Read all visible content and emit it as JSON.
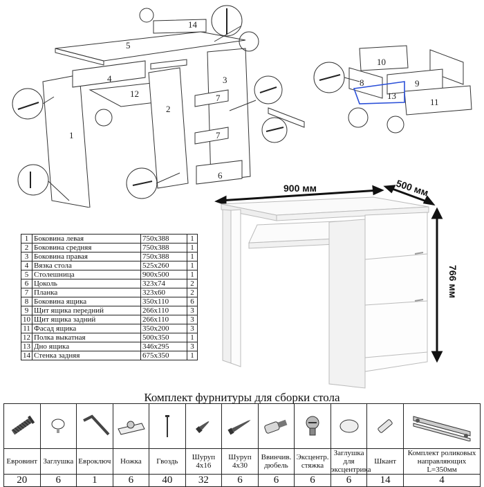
{
  "diagram": {
    "part_labels": [
      "1",
      "2",
      "3",
      "4",
      "5",
      "6",
      "7",
      "7",
      "8",
      "9",
      "10",
      "11",
      "12",
      "13",
      "14"
    ]
  },
  "desk": {
    "width_label": "900 мм",
    "depth_label": "500 мм",
    "height_label": "766 мм"
  },
  "parts": [
    {
      "n": "1",
      "name": "Боковина левая",
      "size": "750x388",
      "qty": "1"
    },
    {
      "n": "2",
      "name": "Боковина средняя",
      "size": "750x388",
      "qty": "1"
    },
    {
      "n": "3",
      "name": "Боковина правая",
      "size": "750x388",
      "qty": "1"
    },
    {
      "n": "4",
      "name": "Вязка стола",
      "size": "525x260",
      "qty": "1"
    },
    {
      "n": "5",
      "name": "Столешница",
      "size": "900x500",
      "qty": "1"
    },
    {
      "n": "6",
      "name": "Цоколь",
      "size": "323x74",
      "qty": "2"
    },
    {
      "n": "7",
      "name": "Планка",
      "size": "323x60",
      "qty": "2"
    },
    {
      "n": "8",
      "name": "Боковина ящика",
      "size": "350x110",
      "qty": "6"
    },
    {
      "n": "9",
      "name": "Щит ящика передний",
      "size": "266x110",
      "qty": "3"
    },
    {
      "n": "10",
      "name": "Щит ящика задний",
      "size": "266x110",
      "qty": "3"
    },
    {
      "n": "11",
      "name": "Фасад ящика",
      "size": "350x200",
      "qty": "3"
    },
    {
      "n": "12",
      "name": "Полка выкатная",
      "size": "500x350",
      "qty": "1"
    },
    {
      "n": "13",
      "name": "Дно ящика",
      "size": "346x295",
      "qty": "3"
    },
    {
      "n": "14",
      "name": "Стенка задняя",
      "size": "675x350",
      "qty": "1"
    }
  ],
  "hardware": {
    "title": "Комплект фурнитуры для сборки стола",
    "items": [
      {
        "icon": "eurobolt-icon",
        "name": "Евровинт",
        "qty": "20"
      },
      {
        "icon": "cap-icon",
        "name": "Заглушка",
        "qty": "6"
      },
      {
        "icon": "hex-key-icon",
        "name": "Евроключ",
        "qty": "1"
      },
      {
        "icon": "foot-icon",
        "name": "Ножка",
        "qty": "6"
      },
      {
        "icon": "nail-icon",
        "name": "Гвоздь",
        "qty": "40"
      },
      {
        "icon": "screw-short-icon",
        "name": "Шуруп 4x16",
        "qty": "32"
      },
      {
        "icon": "screw-long-icon",
        "name": "Шуруп 4x30",
        "qty": "6"
      },
      {
        "icon": "dowel-anchor-icon",
        "name": "Ввинчив. дюбель",
        "qty": "6"
      },
      {
        "icon": "cam-lock-icon",
        "name": "Эксцентр. стяжка",
        "qty": "6"
      },
      {
        "icon": "cam-cap-icon",
        "name": "Заглушка для эксцентрика",
        "qty": "6"
      },
      {
        "icon": "wood-dowel-icon",
        "name": "Шкант",
        "qty": "14"
      },
      {
        "icon": "roller-runner-icon",
        "name": "Комплект роликовых направляющих L=350мм",
        "qty": "4"
      }
    ]
  }
}
